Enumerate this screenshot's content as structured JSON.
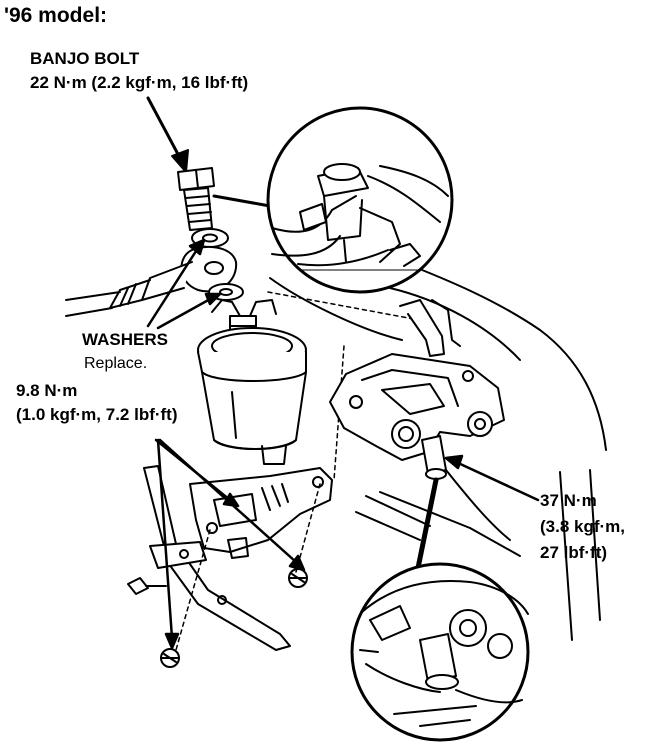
{
  "heading": "'96 model:",
  "callouts": {
    "banjo_bolt": {
      "name": "BANJO BOLT",
      "torque": "22 N·m (2.2 kgf·m, 16 lbf·ft)"
    },
    "washers": {
      "name": "WASHERS",
      "note": "Replace."
    },
    "bracket_bolts": {
      "line1": "9.8 N·m",
      "line2": "(1.0 kgf·m, 7.2 lbf·ft)"
    },
    "mount_bolt": {
      "line1": "37 N·m",
      "line2": "(3.8 kgf·m,",
      "line3": "27 lbf·ft)"
    }
  }
}
